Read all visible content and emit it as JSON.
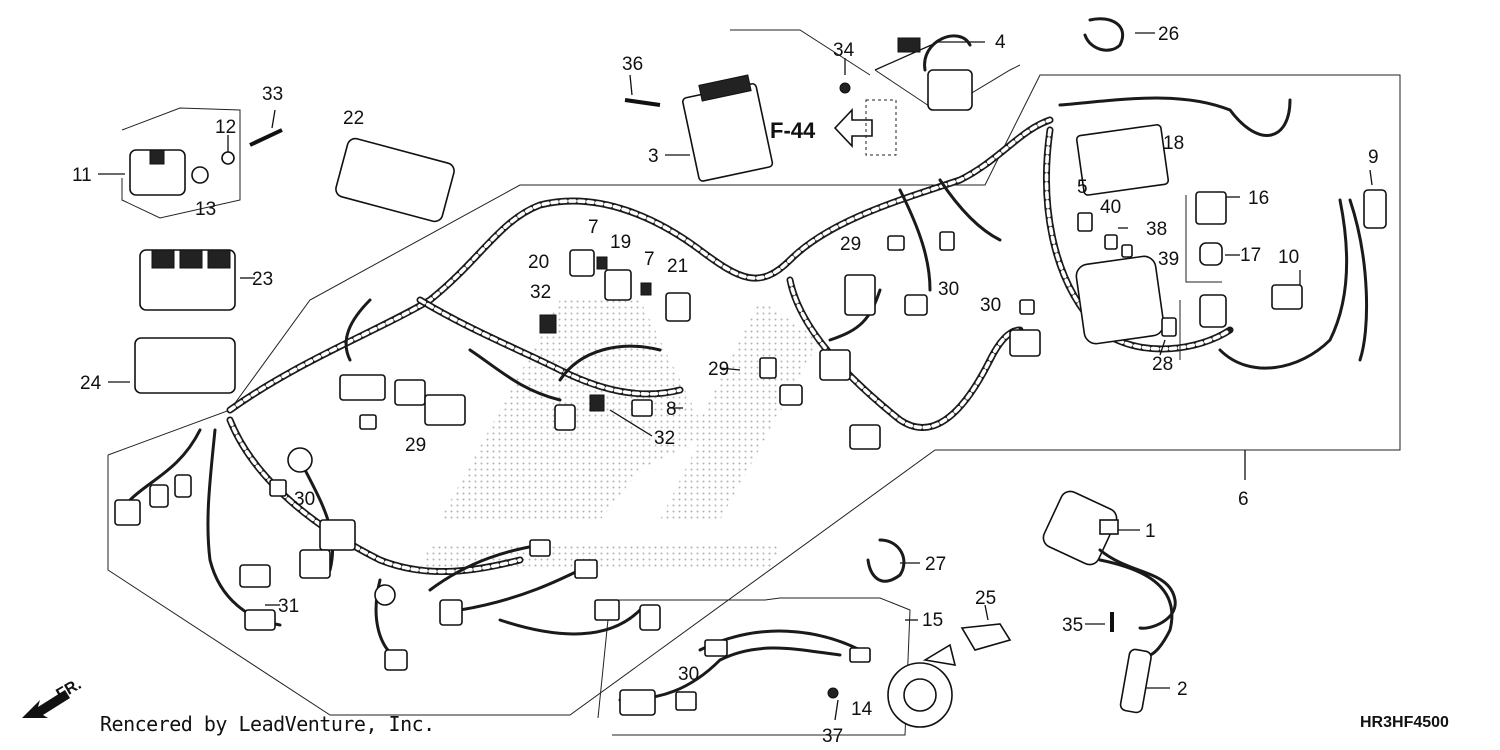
{
  "diagram": {
    "credit": "Rencered by LeadVenture, Inc.",
    "code": "HR3HF4500",
    "fr_label": "FR.",
    "ref_label": "F-44",
    "callouts": [
      {
        "id": "c1",
        "text": "1"
      },
      {
        "id": "c2",
        "text": "2"
      },
      {
        "id": "c3",
        "text": "3"
      },
      {
        "id": "c4",
        "text": "4"
      },
      {
        "id": "c5",
        "text": "5"
      },
      {
        "id": "c6",
        "text": "6"
      },
      {
        "id": "c7a",
        "text": "7"
      },
      {
        "id": "c7b",
        "text": "7"
      },
      {
        "id": "c8",
        "text": "8"
      },
      {
        "id": "c9",
        "text": "9"
      },
      {
        "id": "c10",
        "text": "10"
      },
      {
        "id": "c11",
        "text": "11"
      },
      {
        "id": "c12",
        "text": "12"
      },
      {
        "id": "c13",
        "text": "13"
      },
      {
        "id": "c14",
        "text": "14"
      },
      {
        "id": "c15",
        "text": "15"
      },
      {
        "id": "c16",
        "text": "16"
      },
      {
        "id": "c17",
        "text": "17"
      },
      {
        "id": "c18",
        "text": "18"
      },
      {
        "id": "c19",
        "text": "19"
      },
      {
        "id": "c20",
        "text": "20"
      },
      {
        "id": "c21",
        "text": "21"
      },
      {
        "id": "c22",
        "text": "22"
      },
      {
        "id": "c23",
        "text": "23"
      },
      {
        "id": "c24",
        "text": "24"
      },
      {
        "id": "c25",
        "text": "25"
      },
      {
        "id": "c26",
        "text": "26"
      },
      {
        "id": "c27",
        "text": "27"
      },
      {
        "id": "c28",
        "text": "28"
      },
      {
        "id": "c29a",
        "text": "29"
      },
      {
        "id": "c29b",
        "text": "29"
      },
      {
        "id": "c29c",
        "text": "29"
      },
      {
        "id": "c30a",
        "text": "30"
      },
      {
        "id": "c30b",
        "text": "30"
      },
      {
        "id": "c30c",
        "text": "30"
      },
      {
        "id": "c30d",
        "text": "30"
      },
      {
        "id": "c31",
        "text": "31"
      },
      {
        "id": "c32a",
        "text": "32"
      },
      {
        "id": "c32b",
        "text": "32"
      },
      {
        "id": "c33",
        "text": "33"
      },
      {
        "id": "c34",
        "text": "34"
      },
      {
        "id": "c35",
        "text": "35"
      },
      {
        "id": "c36",
        "text": "36"
      },
      {
        "id": "c37",
        "text": "37"
      },
      {
        "id": "c38",
        "text": "38"
      },
      {
        "id": "c39",
        "text": "39"
      },
      {
        "id": "c40",
        "text": "40"
      }
    ]
  }
}
